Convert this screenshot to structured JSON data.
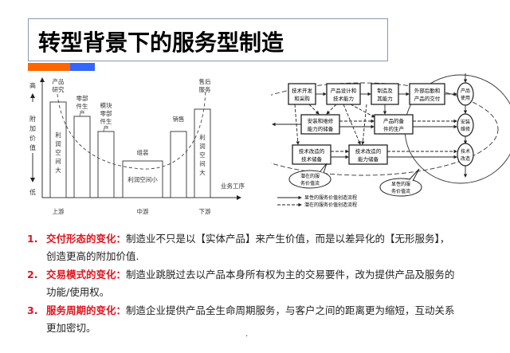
{
  "title": "转型背景下的服务型制造",
  "colors": {
    "accent_orange": "#ff6600",
    "accent_blue": "#3366ff",
    "highlight_red": "#e0141e",
    "title_border": "#8a99b0"
  },
  "left_chart": {
    "y_axis": {
      "high": "高",
      "label": "附加价值",
      "low": "低"
    },
    "x_axis": {
      "label": "业务工序",
      "stages": [
        "上游",
        "中游",
        "下游"
      ]
    },
    "bars": [
      {
        "label": "产品研究",
        "inner": "利润空间大"
      },
      {
        "label": "零部件生产",
        "inner": ""
      },
      {
        "label": "模块零部件生产",
        "inner": ""
      },
      {
        "label": "组装",
        "inner": "利润空间小"
      },
      {
        "label": "销售",
        "inner": ""
      },
      {
        "label": "售后服务",
        "inner": "利润空间大"
      }
    ]
  },
  "right_diagram": {
    "boxes": {
      "b1": "技术开发和采购",
      "b2": "产品设计和技术能力",
      "b3": "制造及其能力",
      "b4": "外部后勤和产品的交付",
      "b5": "安装和维修能力的储备",
      "b6": "产品的备件的生产",
      "b7": "技术改造的技术储备",
      "b8": "技术改造的能力储备"
    },
    "ovals": [
      "产品使用",
      "安装维修",
      "技术改造"
    ],
    "callouts": {
      "latent": "潜在的服务价值流",
      "explicit": "显性的服务价值流"
    },
    "legend": {
      "solid": "显性的服务价值创造流程",
      "dashed": "潜在的服务价值创造流程"
    }
  },
  "bullets": [
    {
      "num": "1.",
      "head": "交付形态的变化：",
      "line1": "制造业不只是以【实体产品】来产生价值，而是以差异化的【无形服务】，",
      "line2": "创造更高的附加价值."
    },
    {
      "num": "2.",
      "head": "交易模式的变化：",
      "line1": "制造业跳脱过去以产品本身所有权为主的交易要件，改为提供产品及服务的",
      "line2": "功能/使用权。"
    },
    {
      "num": "3.",
      "head": "服务周期的变化：",
      "line1": "制造企业提供产品全生命周期服务，与客户之间的距离更为缩短，互动关系",
      "line2": "更加密切。"
    }
  ],
  "stray_dot": "."
}
